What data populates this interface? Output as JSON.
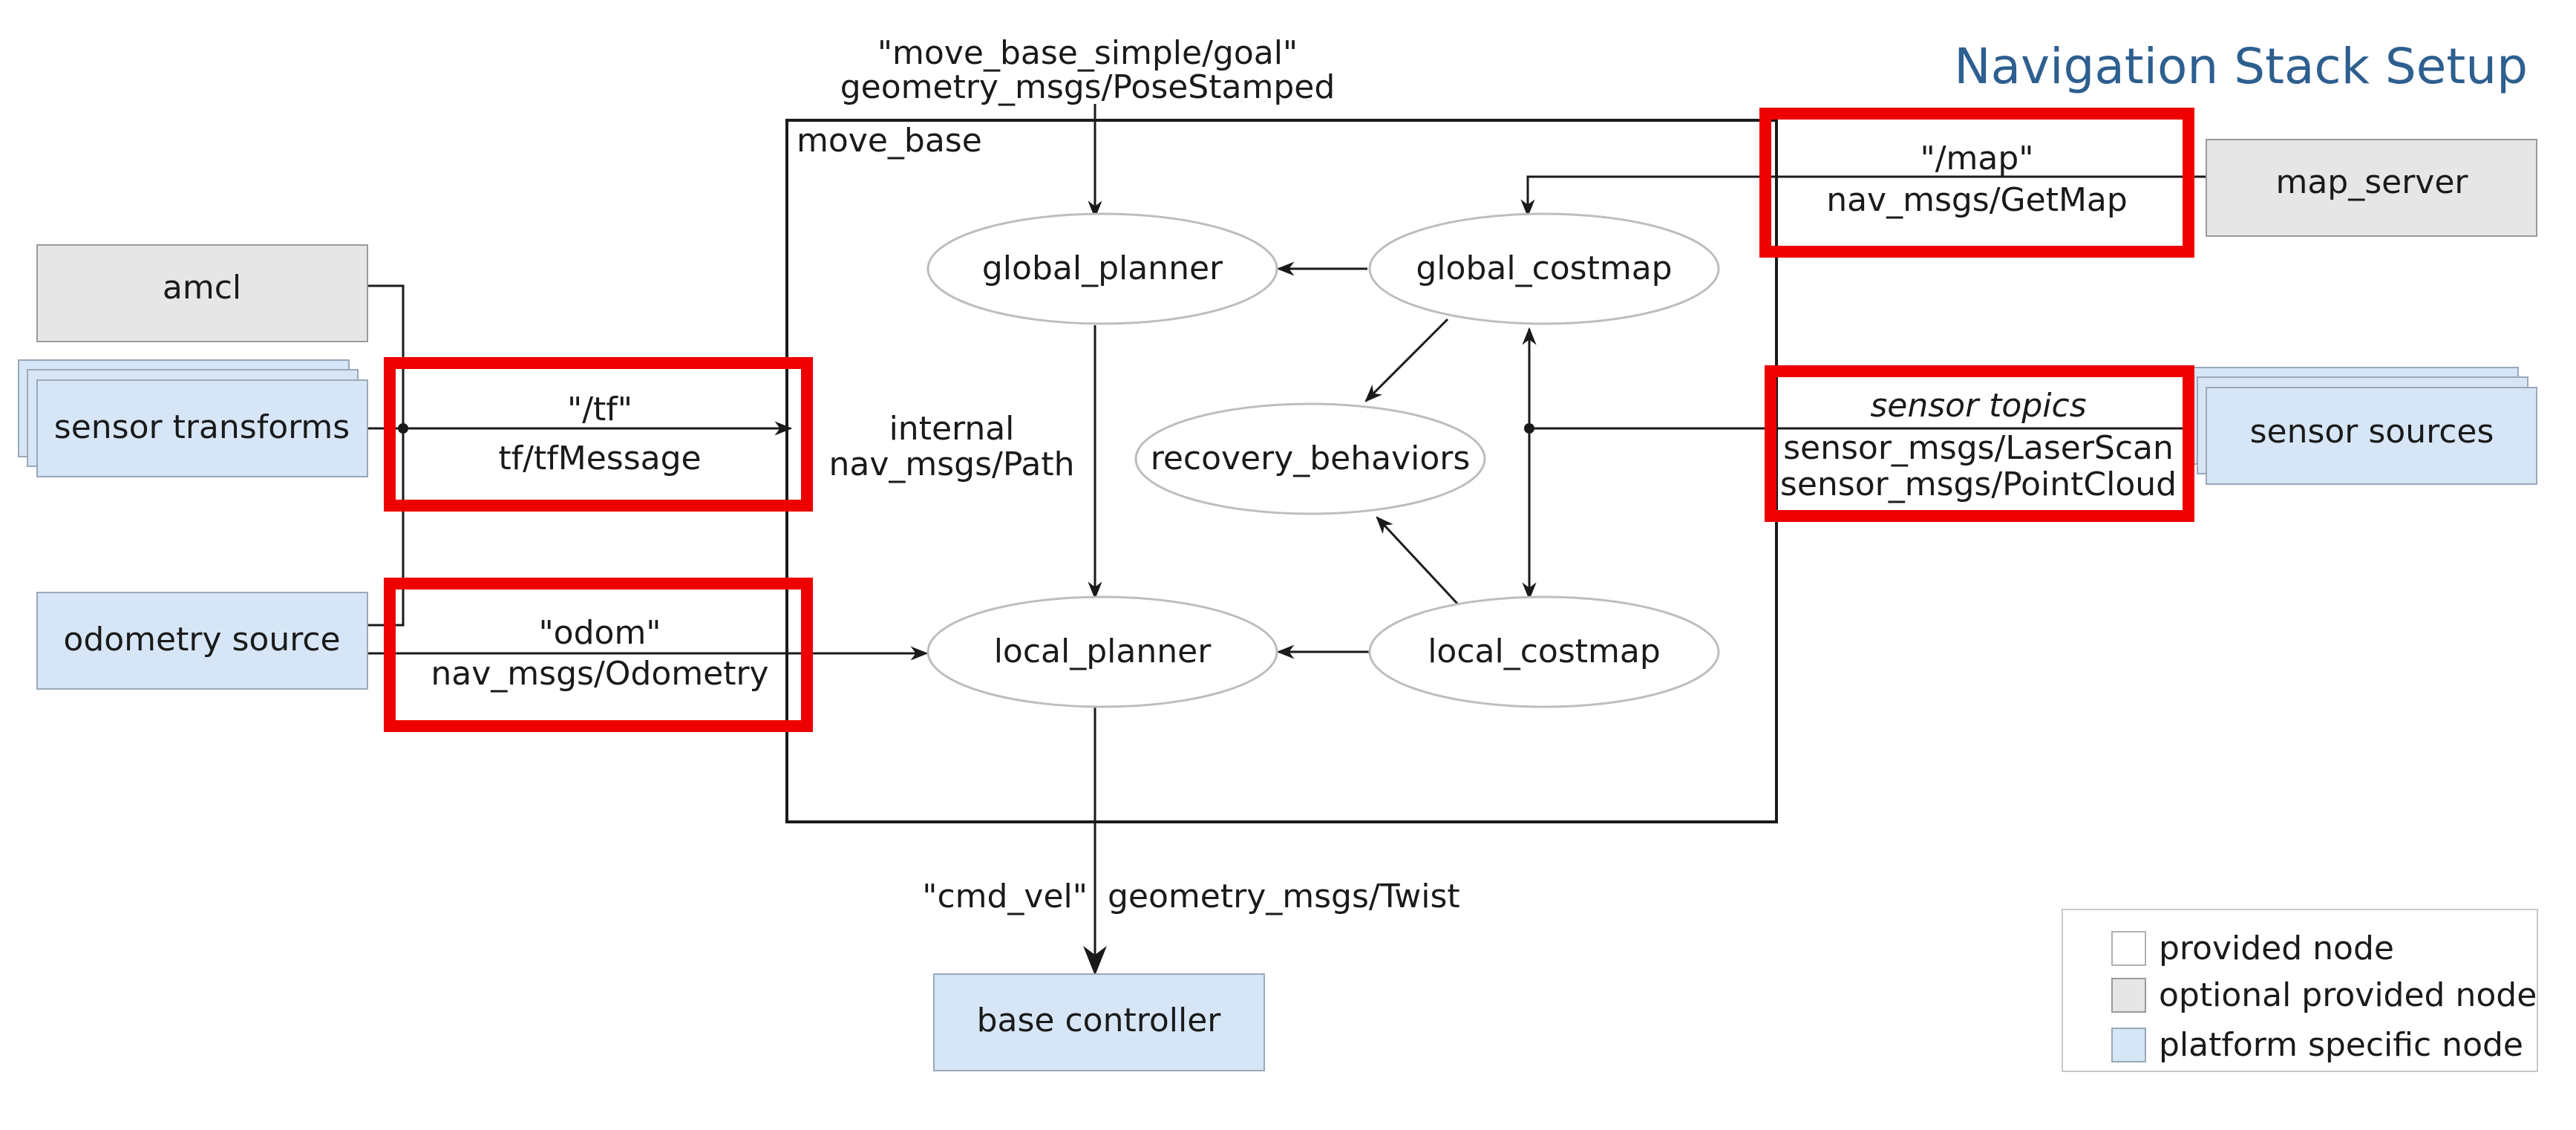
{
  "title": "Navigation Stack Setup",
  "container": {
    "label": "move_base"
  },
  "nodes": {
    "amcl": "amcl",
    "sensor_transforms": "sensor transforms",
    "odometry_source": "odometry source",
    "map_server": "map_server",
    "sensor_sources": "sensor sources",
    "base_controller": "base controller",
    "global_planner": "global_planner",
    "global_costmap": "global_costmap",
    "recovery_behaviors": "recovery_behaviors",
    "local_planner": "local_planner",
    "local_costmap": "local_costmap"
  },
  "topics": {
    "goal_name": "\"move_base_simple/goal\"",
    "goal_type": "geometry_msgs/PoseStamped",
    "tf_name": "\"/tf\"",
    "tf_type": "tf/tfMessage",
    "odom_name": "\"odom\"",
    "odom_type": "nav_msgs/Odometry",
    "map_name": "\"/map\"",
    "map_type": "nav_msgs/GetMap",
    "sensor_name": "sensor topics",
    "sensor_type1": "sensor_msgs/LaserScan",
    "sensor_type2": "sensor_msgs/PointCloud",
    "path_name": "internal",
    "path_type": "nav_msgs/Path",
    "cmd_name": "\"cmd_vel\"",
    "cmd_type": "geometry_msgs/Twist"
  },
  "legend": {
    "items": [
      {
        "label": "provided node",
        "color": "#ffffff"
      },
      {
        "label": "optional provided node",
        "color": "#e6e6e6"
      },
      {
        "label": "platform specific node",
        "color": "#d6e6f7"
      }
    ]
  },
  "colors": {
    "highlight": "#ee0000",
    "title": "#2d5f8f",
    "optional_node": "#e6e6e6",
    "platform_node": "#d6e6f7"
  }
}
